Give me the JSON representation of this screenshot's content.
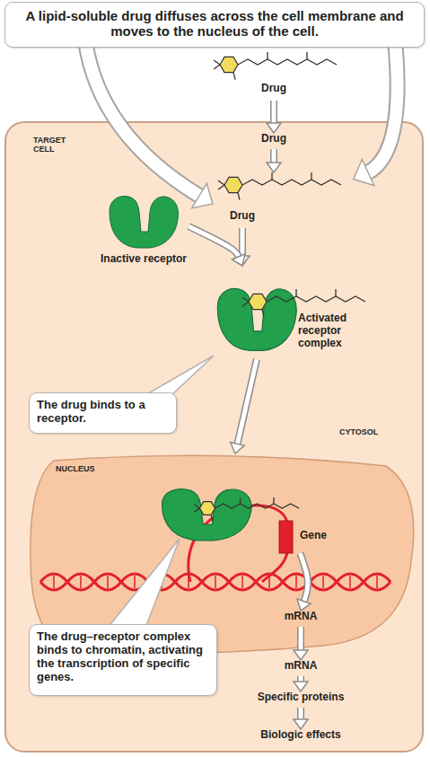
{
  "diagram": {
    "nodes": [
      {
        "text": [
          "A lipid-soluble drug diffuses across the cell membrane and moves to the nucleus of the cell."
        ]
      },
      {
        "text": [
          "TARGET CELL"
        ]
      },
      {
        "text": [
          "Drug"
        ]
      },
      {
        "text": [
          "Drug"
        ],
        "in": 1
      },
      {
        "text": [
          "Drug"
        ],
        "in": 1
      },
      {
        "text": [
          "Inactive receptor"
        ],
        "in": 1
      },
      {
        "text": [
          "Activated receptor complex"
        ],
        "in": 1
      },
      {
        "text": [
          "The drug binds to a receptor."
        ],
        "in": 1
      },
      {
        "text": [
          "NUCLEUS"
        ],
        "in": 1
      },
      {
        "text": [
          "The drug–receptor complex binds to chromatin, activating the transcription of specific genes."
        ],
        "in": 1
      },
      {
        "text": [
          "Gene"
        ],
        "in": 8
      },
      {
        "text": [
          "mRNA"
        ],
        "in": 8
      },
      {
        "text": [
          "mRNA"
        ],
        "in": 1
      },
      {
        "text": [
          "Specific proteins"
        ],
        "in": 1
      },
      {
        "text": [
          "Biologic effects"
        ],
        "in": 1
      }
    ],
    "edges": [
      {
        "from": 2,
        "to": 3,
        "arrow": "to"
      },
      {
        "from": 3,
        "to": 4,
        "arrow": "to"
      },
      {
        "from": 4,
        "to": 6,
        "arrow": "to"
      },
      {
        "from": 5,
        "to": 6,
        "arrow": "to"
      },
      {
        "from": 6,
        "to": 8,
        "arrow": "to"
      },
      {
        "from": 10,
        "to": 11,
        "arrow": "to"
      },
      {
        "from": 11,
        "to": 12,
        "arrow": "to"
      },
      {
        "from": 12,
        "to": 13,
        "arrow": "to"
      },
      {
        "from": 13,
        "to": 14,
        "arrow": "to"
      }
    ],
    "labels": [
      "CYTOSOL"
    ]
  }
}
